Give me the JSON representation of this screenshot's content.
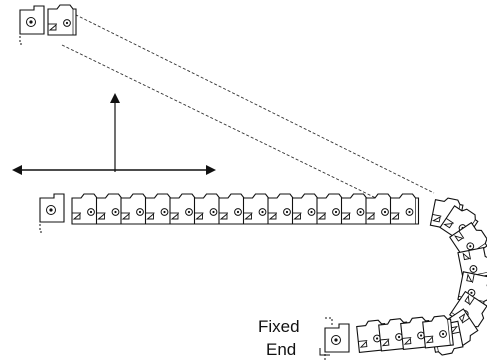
{
  "labels": {
    "fixed": "Fixed",
    "end": "End"
  },
  "colors": {
    "stroke": "#111111",
    "fill": "#ffffff",
    "dashed": "#333333"
  },
  "arrows": {
    "vertical": "up-arrow",
    "horizontal": "double-headed-horizontal-arrow"
  },
  "chain": {
    "upper_straight_links": 14,
    "bend_links": 8,
    "lower_straight_links": 4
  }
}
